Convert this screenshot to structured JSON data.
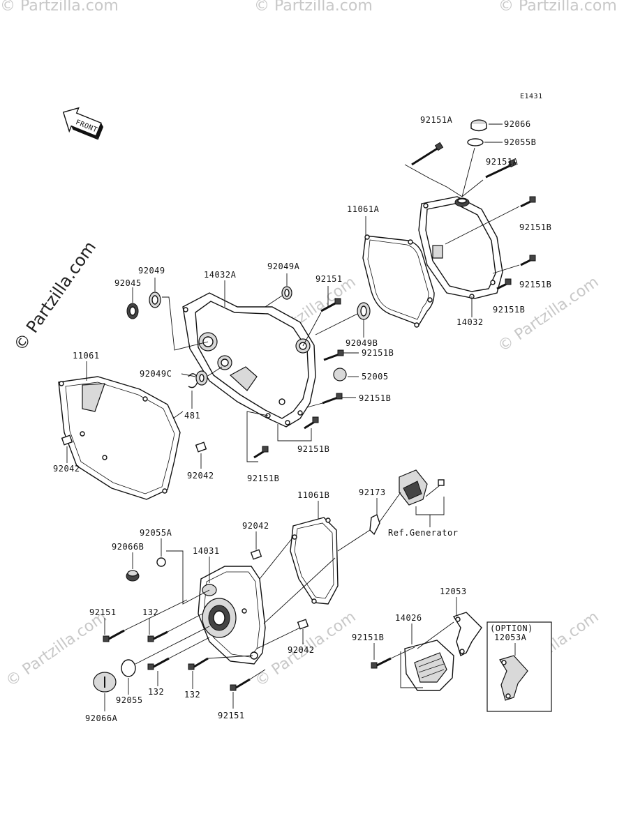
{
  "diagram": {
    "code": "E1431",
    "front_label": "FRONT",
    "watermark": "© Partzilla.com",
    "option_label": "(OPTION)",
    "ref_label": "Ref.Generator",
    "callouts": {
      "p92151A_top": "92151A",
      "p92066": "92066",
      "p92055B": "92055B",
      "p92151A_mid": "92151A",
      "p11061A": "11061A",
      "p92151B_r1": "92151B",
      "p92151B_r2": "92151B",
      "p92151B_r3": "92151B",
      "p14032": "14032",
      "p92049": "92049",
      "p92045": "92045",
      "p14032A": "14032A",
      "p92049A": "92049A",
      "p92151_top": "92151",
      "p92049B": "92049B",
      "p92151B_c1": "92151B",
      "p52005": "52005",
      "p92151B_c2": "92151B",
      "p92151B_c3": "92151B",
      "p92151B_c4": "92151B",
      "p11061": "11061",
      "p92049C": "92049C",
      "p481": "481",
      "p92042_l": "92042",
      "p92042_m": "92042",
      "p11061B": "11061B",
      "p92173": "92173",
      "p92042_b1": "92042",
      "p92055A": "92055A",
      "p14031": "14031",
      "p92066B": "92066B",
      "p92151_l": "92151",
      "p132_a": "132",
      "p132_b": "132",
      "p132_c": "132",
      "p92042_b2": "92042",
      "p12053": "12053",
      "p14026": "14026",
      "p92151B_b": "92151B",
      "p12053A": "12053A",
      "p92055": "92055",
      "p92066A": "92066A",
      "p92151_b": "92151"
    }
  }
}
